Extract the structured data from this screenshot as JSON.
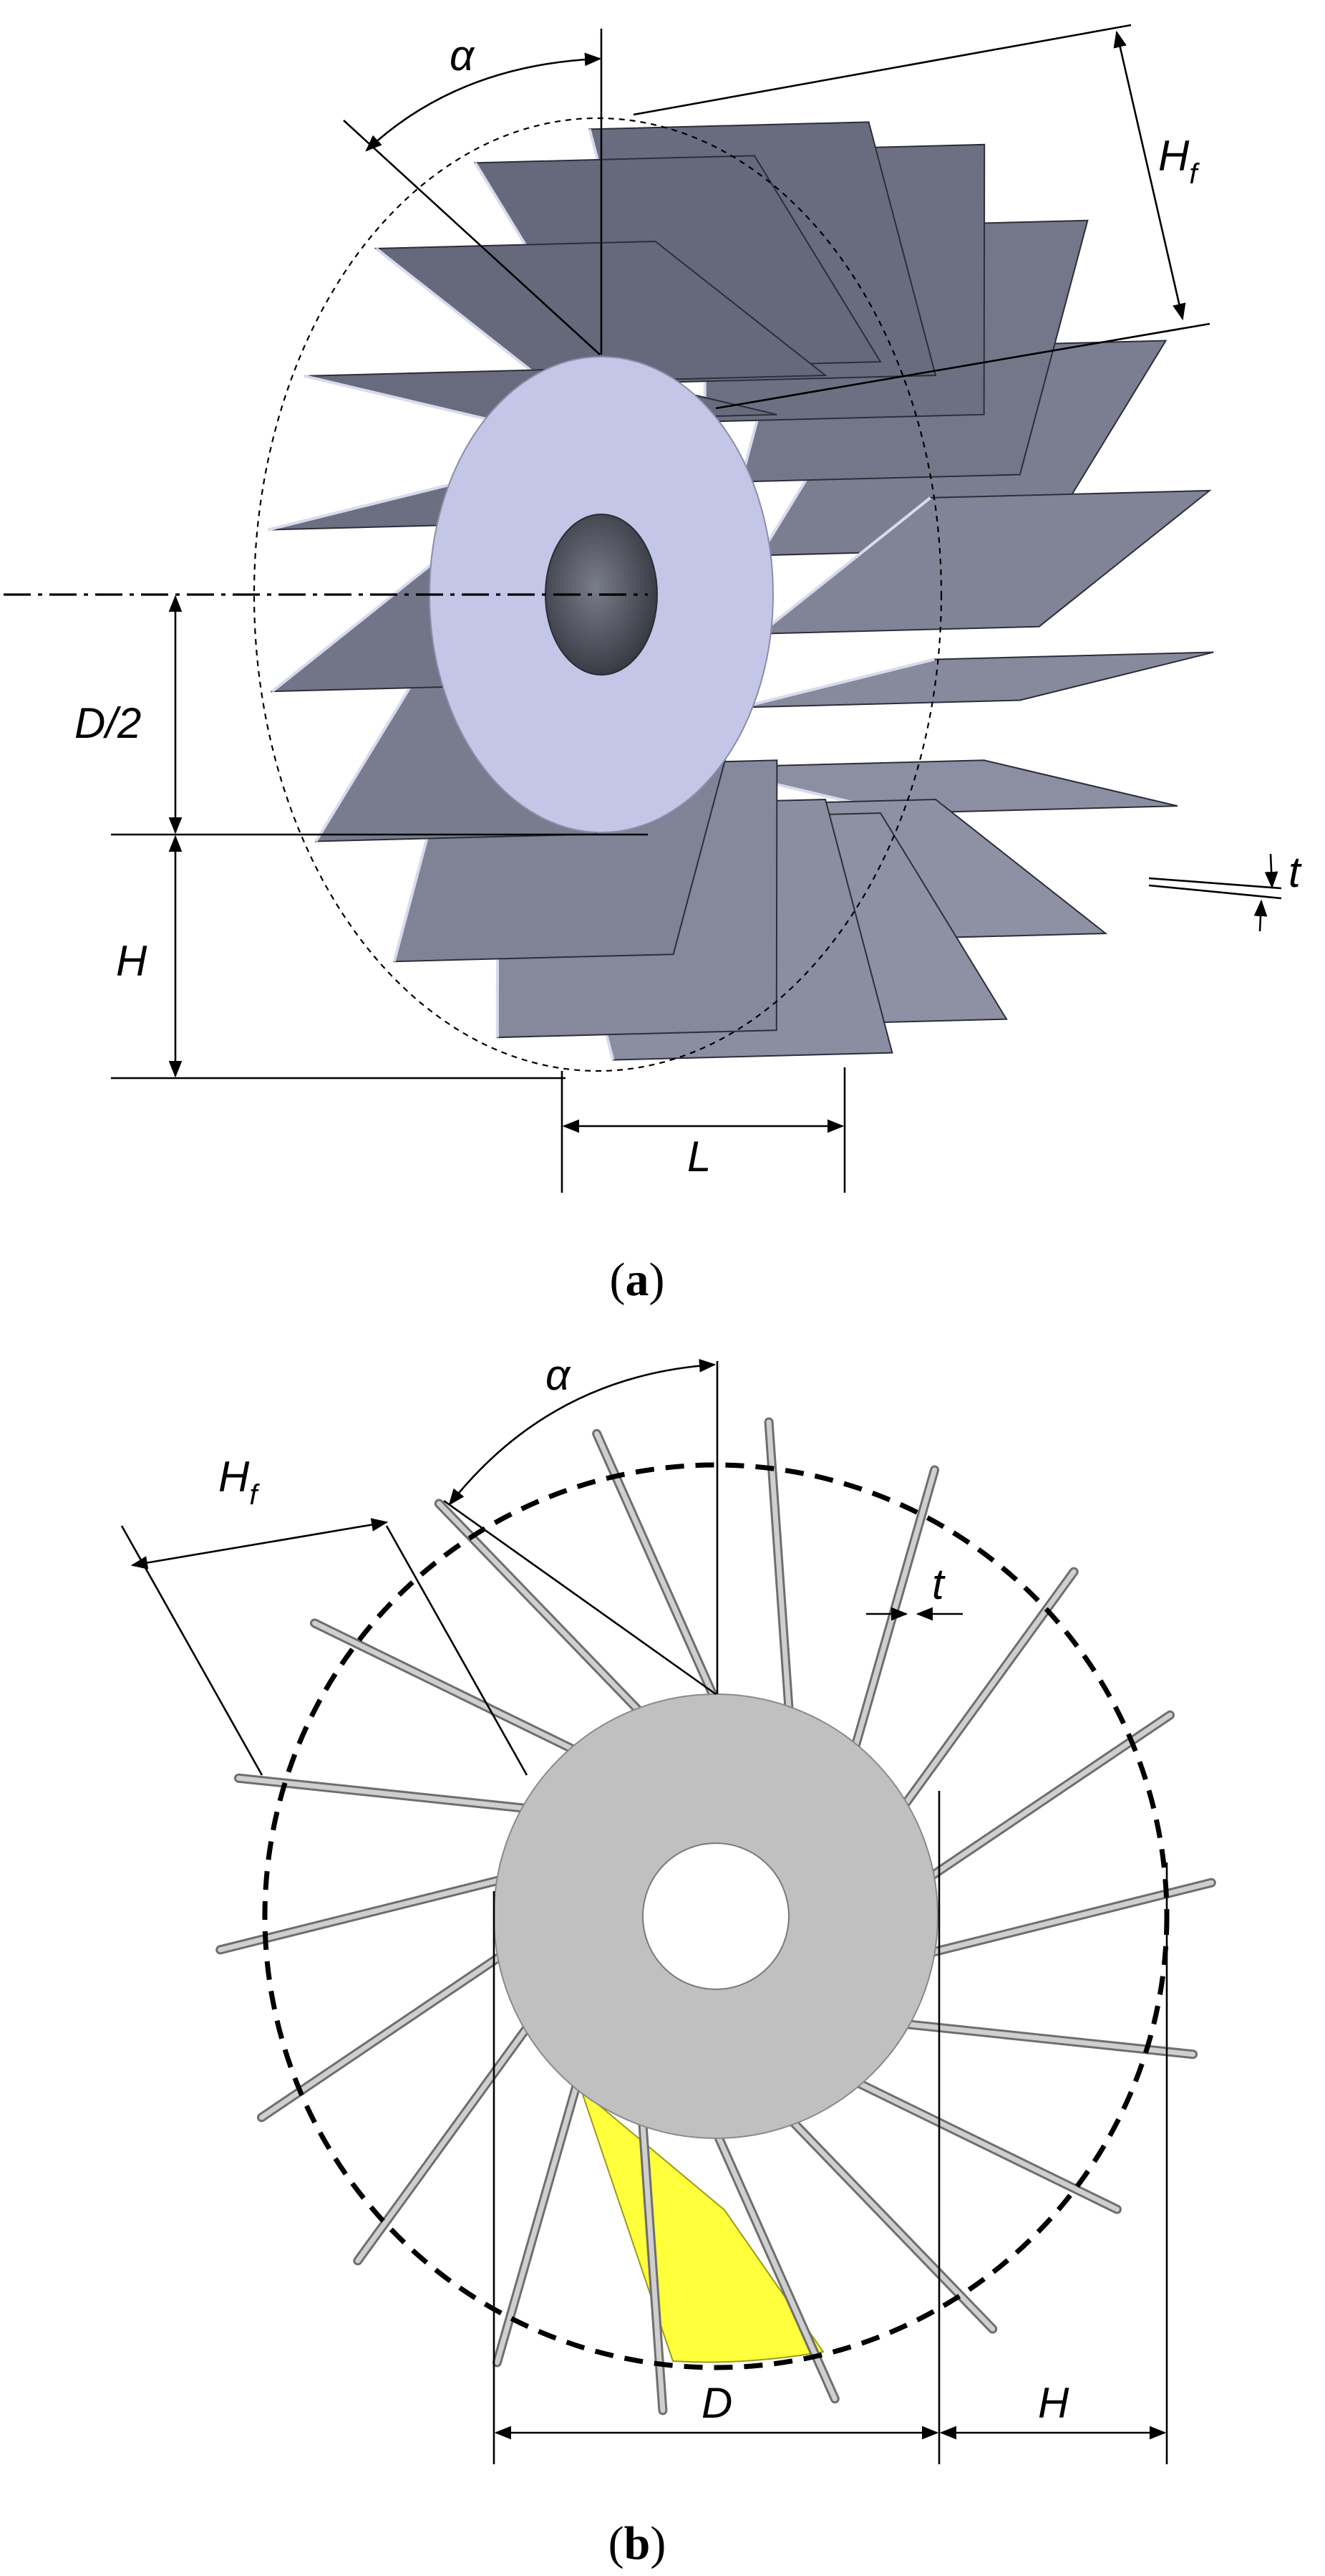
{
  "panel_a": {
    "labels": {
      "alpha": "α",
      "hf_main": "H",
      "hf_sub": "f",
      "half_diameter": "D/2",
      "height": "H",
      "length": "L",
      "thickness": "t"
    },
    "caption": {
      "open": "(",
      "letter": "a",
      "close": ")"
    },
    "colors": {
      "hub": "#bfc3e3",
      "fin_light": "#8e92a8",
      "fin_dark": "#565a6c",
      "bore": "#4b4e5c"
    }
  },
  "panel_b": {
    "labels": {
      "alpha": "α",
      "hf_main": "H",
      "hf_sub": "f",
      "thickness": "t",
      "diameter": "D",
      "height": "H"
    },
    "caption": {
      "open": "(",
      "letter": "b",
      "close": ")"
    },
    "colors": {
      "hub": "#c0c0c0",
      "fin": "#c8c8c8",
      "highlight": "#ffff3c"
    }
  }
}
